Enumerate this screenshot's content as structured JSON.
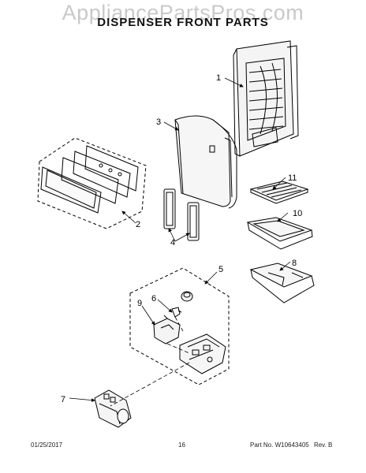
{
  "watermark": "AppliancePartsPros.com",
  "title": "DISPENSER FRONT PARTS",
  "callouts": [
    "1",
    "2",
    "3",
    "4",
    "5",
    "6",
    "7",
    "8",
    "9",
    "10",
    "11"
  ],
  "footer": {
    "date": "01/25/2017",
    "page": "16",
    "part_label": "Part No. W10643405",
    "rev_label": "Rev. B"
  }
}
